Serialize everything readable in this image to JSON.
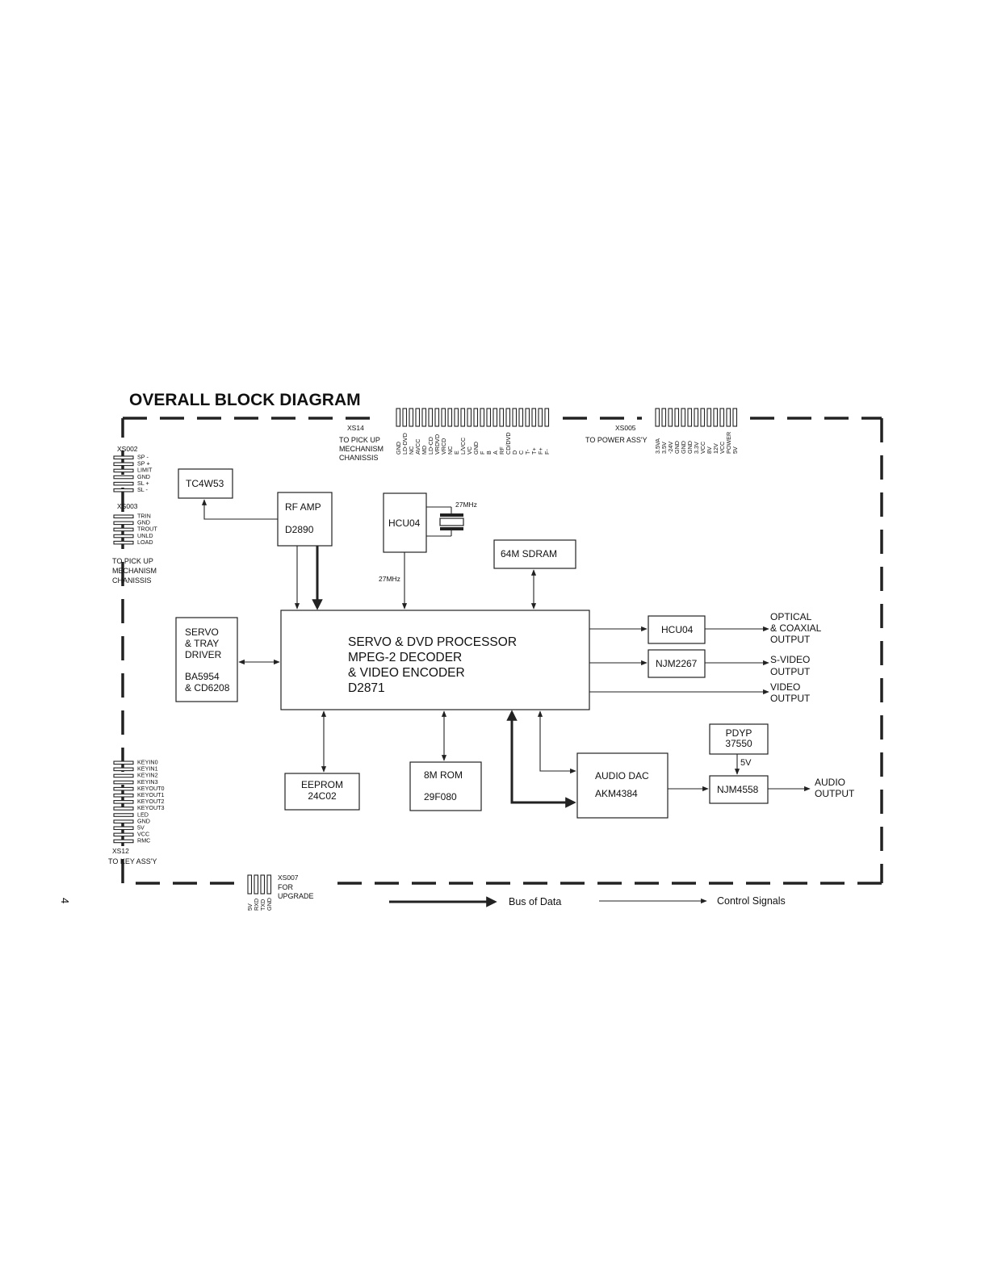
{
  "title": "OVERALL BLOCK DIAGRAM",
  "page_number": "4",
  "connectors": {
    "xs14": {
      "id": "XS14",
      "desc": [
        "TO  PICK  UP",
        "MECHANISM",
        "CHANISSIS"
      ],
      "pins": [
        "GND",
        "LD-DVD",
        "NC",
        "AVCC",
        "MD",
        "LD-CD",
        "VRDVD",
        "VRCD",
        "NC",
        "E",
        "L/VCC",
        "VC",
        "GND",
        "F",
        "B",
        "A",
        "RF",
        "CD/DVD",
        "D",
        "C",
        "T-",
        "T+",
        "F+",
        "F-"
      ]
    },
    "xs005": {
      "id": "XS005",
      "desc": "TO POWER ASS'Y",
      "pins": [
        "3.5VA",
        "3.5V",
        "-24V",
        "GND",
        "GND",
        "GND",
        "3.3V",
        "VCC",
        "8V",
        "12V",
        "VCC",
        "POWER",
        "5V"
      ]
    },
    "xs002": {
      "id": "XS002",
      "pins": [
        "SP -",
        "SP +",
        "LIMIT",
        "GND",
        "SL +",
        "SL -"
      ]
    },
    "xs003": {
      "id": "XS003",
      "pins": [
        "TRIN",
        "GND",
        "TROUT",
        "UNLD",
        "LOAD"
      ],
      "desc": [
        "TO  PICK  UP",
        "MECHANISM",
        "CHANISSIS"
      ]
    },
    "xs12": {
      "id": "XS12",
      "pins": [
        "KEYIN0",
        "KEYIN1",
        "KEYIN2",
        "KEYIN3",
        "KEYOUT0",
        "KEYOUT1",
        "KEYOUT2",
        "KEYOUT3",
        "LED",
        "GND",
        "5V",
        "VCC",
        "RMC"
      ],
      "desc": "TO  KEY  ASS'Y"
    },
    "xs007": {
      "id": "XS007",
      "desc": [
        "FOR",
        "UPGRADE"
      ],
      "pins": [
        "5V",
        "RXD",
        "TXD",
        "GND"
      ]
    }
  },
  "blocks": {
    "tc4w53": [
      "TC4W53"
    ],
    "rf_amp": [
      "RF  AMP",
      "D2890"
    ],
    "hcu04_osc": [
      "HCU04"
    ],
    "sdram": [
      "64M  SDRAM"
    ],
    "processor": [
      "SERVO  & DVD PROCESSOR",
      "MPEG-2  DECODER",
      "& VIDEO ENCODER",
      "D2871"
    ],
    "servo": [
      "SERVO",
      "&  TRAY",
      "DRIVER",
      "BA5954",
      "& CD6208"
    ],
    "hcu04_opt": [
      "HCU04"
    ],
    "njm2267": [
      "NJM2267"
    ],
    "eeprom": [
      "EEPROM",
      "24C02"
    ],
    "rom": [
      "8M ROM",
      "29F080"
    ],
    "audio_dac": [
      "AUDIO DAC",
      "AKM4384"
    ],
    "pdyp": [
      "PDYP",
      "37550"
    ],
    "njm4558": [
      "NJM4558"
    ]
  },
  "labels": {
    "crystal_freq": "27MHz",
    "clock_freq": "27MHz",
    "supply_5v": "5V",
    "optical_out": [
      "OPTICAL",
      "& COAXIAL",
      "OUTPUT"
    ],
    "svideo_out": [
      "S-VIDEO",
      "OUTPUT"
    ],
    "video_out": [
      "VIDEO",
      "OUTPUT"
    ],
    "audio_out": [
      "AUDIO",
      "OUTPUT"
    ]
  },
  "legend": {
    "bus": "Bus of Data",
    "control": "Control Signals"
  }
}
